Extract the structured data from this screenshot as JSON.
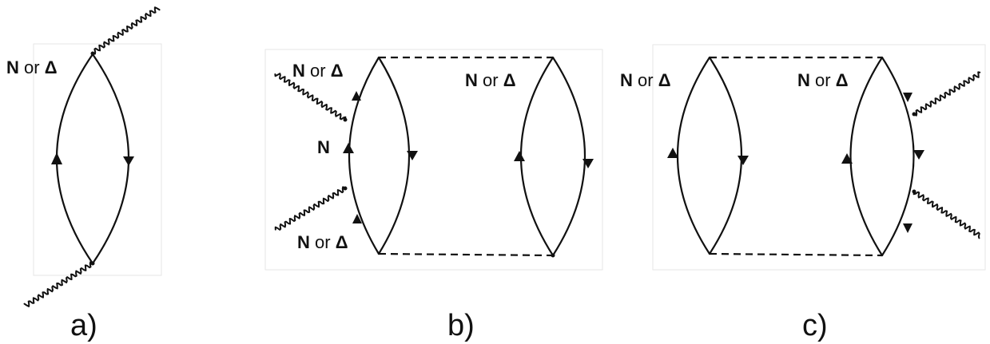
{
  "labels": {
    "n_or_delta_n": "N",
    "n_or_delta_or": "or",
    "n_or_delta_delta": "Δ",
    "n": "N"
  },
  "captions": {
    "a": "a)",
    "b": "b)",
    "c": "c)"
  },
  "colors": {
    "ink": "#111111",
    "background": "#ffffff"
  }
}
